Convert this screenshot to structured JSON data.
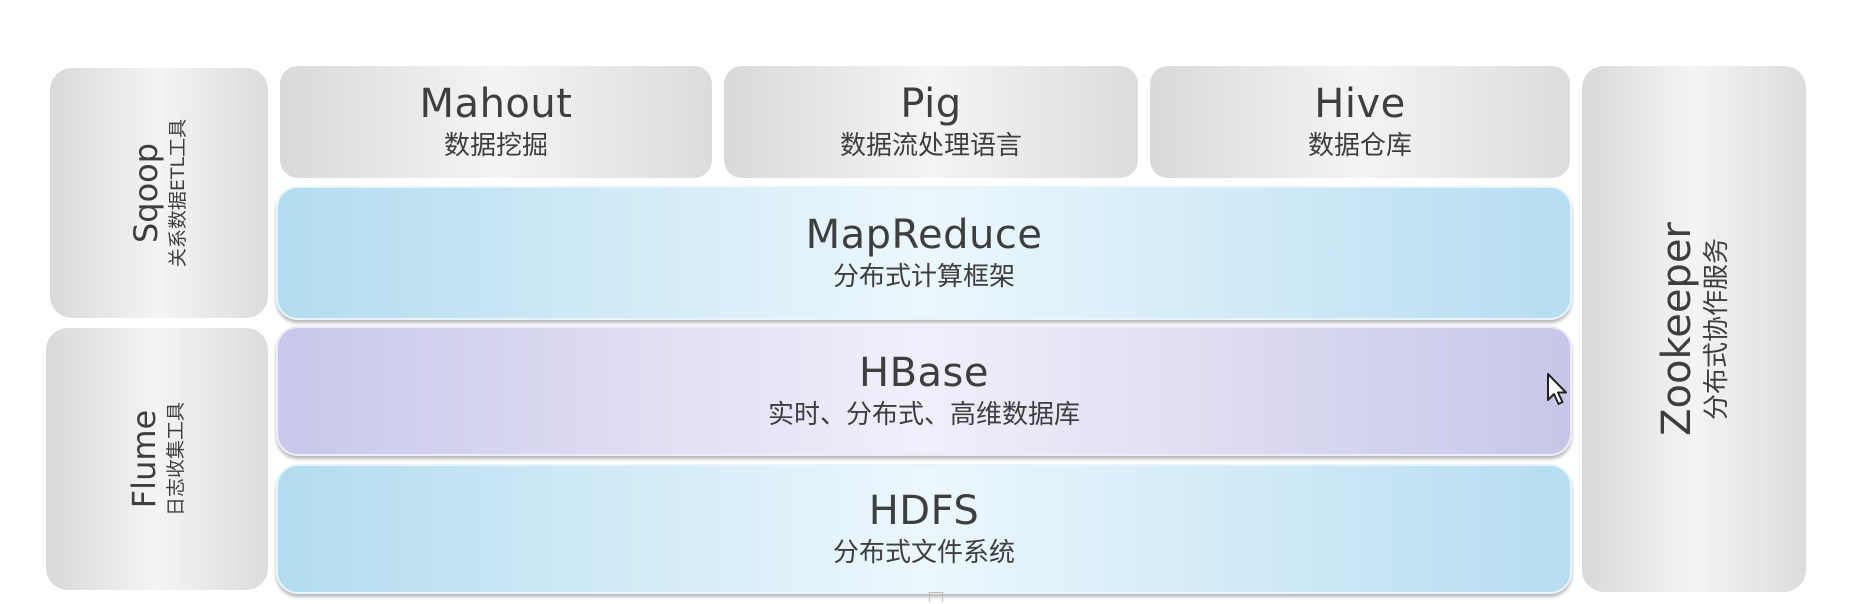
{
  "top_tools": [
    {
      "title": "Mahout",
      "subtitle": "数据挖掘"
    },
    {
      "title": "Pig",
      "subtitle": "数据流处理语言"
    },
    {
      "title": "Hive",
      "subtitle": "数据仓库"
    }
  ],
  "layers": {
    "mapreduce": {
      "title": "MapReduce",
      "subtitle": "分布式计算框架"
    },
    "hbase": {
      "title": "HBase",
      "subtitle": "实时、分布式、高维数据库"
    },
    "hdfs": {
      "title": "HDFS",
      "subtitle": "分布式文件系统"
    }
  },
  "side_tools": {
    "sqoop": {
      "title": "Sqoop",
      "subtitle": "关系数据ETL工具"
    },
    "flume": {
      "title": "Flume",
      "subtitle": "日志收集工具"
    }
  },
  "zookeeper": {
    "title": "Zookeeper",
    "subtitle": "分布式协作服务"
  },
  "colors": {
    "gray_box": "#e9e9e9",
    "blue_layer": "#cde9f7",
    "purple_layer": "#dddcf3",
    "text": "#3e3e3e"
  }
}
